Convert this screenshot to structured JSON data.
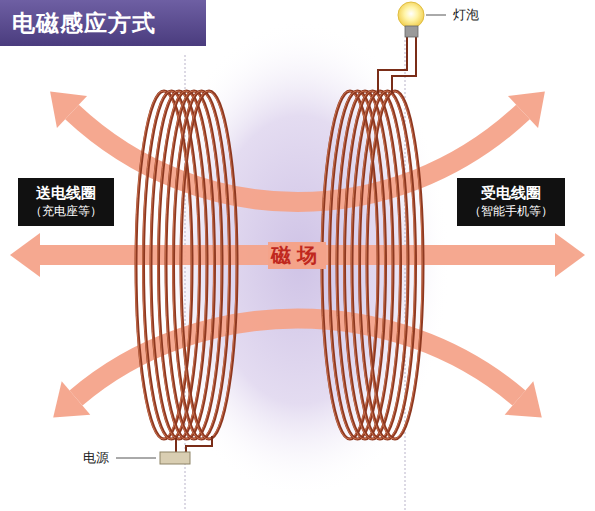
{
  "diagram": {
    "title": "电磁感应方式",
    "nodes": [
      {
        "text": [
          "送电线圈",
          "（充电座等）"
        ]
      },
      {
        "text": [
          "受电线圈",
          "（智能手机等）"
        ]
      }
    ],
    "labels": [
      "磁场",
      "灯泡",
      "电源"
    ]
  }
}
